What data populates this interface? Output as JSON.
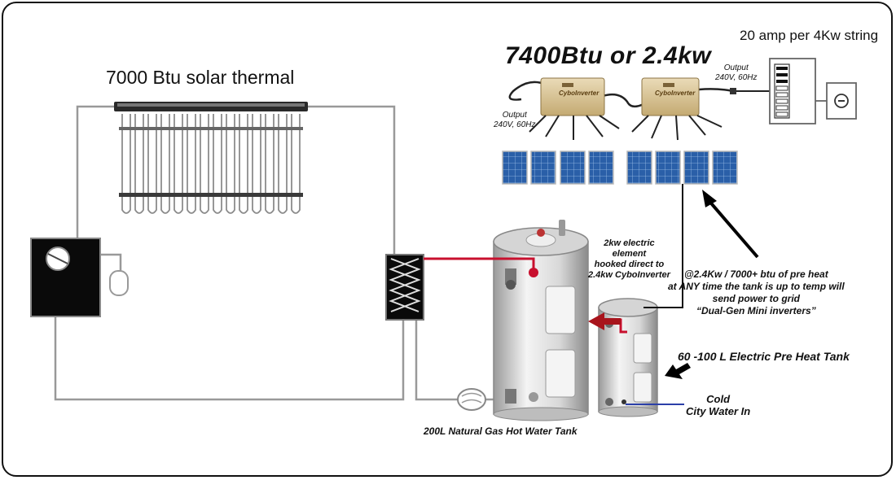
{
  "labels": {
    "solar_thermal": "7000 Btu solar thermal",
    "pv_output": "7400Btu or 2.4kw",
    "amp_per_string": "20 amp per 4Kw string",
    "output_right_1": "Output",
    "output_right_2": "240V, 60Hz",
    "output_left_1": "Output",
    "output_left_2": "240V, 60Hz",
    "element_1": "2kw electric",
    "element_2": "element",
    "element_3": "hooked direct to",
    "element_4": "2.4kw CyboInverter",
    "preheat_1": "@2.4Kw / 7000+ btu of  pre heat",
    "preheat_2": "at ANY time the tank is up to temp will",
    "preheat_3": "send power to grid",
    "preheat_4": "“Dual-Gen Mini inverters”",
    "small_tank": "60 -100 L Electric Pre Heat Tank",
    "cold_1": "Cold",
    "cold_2": "City Water In",
    "big_tank": "200L Natural Gas Hot Water Tank",
    "inverter_brand": "CyboInverter"
  },
  "colors": {
    "line": "#999999",
    "hot_pipe": "#c8102e",
    "cold_pipe": "#2b3fa8",
    "panel_blue": "#2a5fa8",
    "inverter_body": "#d9c49a",
    "tank_body": "#e4e4e4"
  },
  "icons": {
    "pump": "pump-icon",
    "heat_exchanger": "heat-exchanger-icon",
    "controller": "controller-icon",
    "breaker": "breaker-panel-icon",
    "outlet": "outlet-icon",
    "arrow": "arrow-icon"
  }
}
